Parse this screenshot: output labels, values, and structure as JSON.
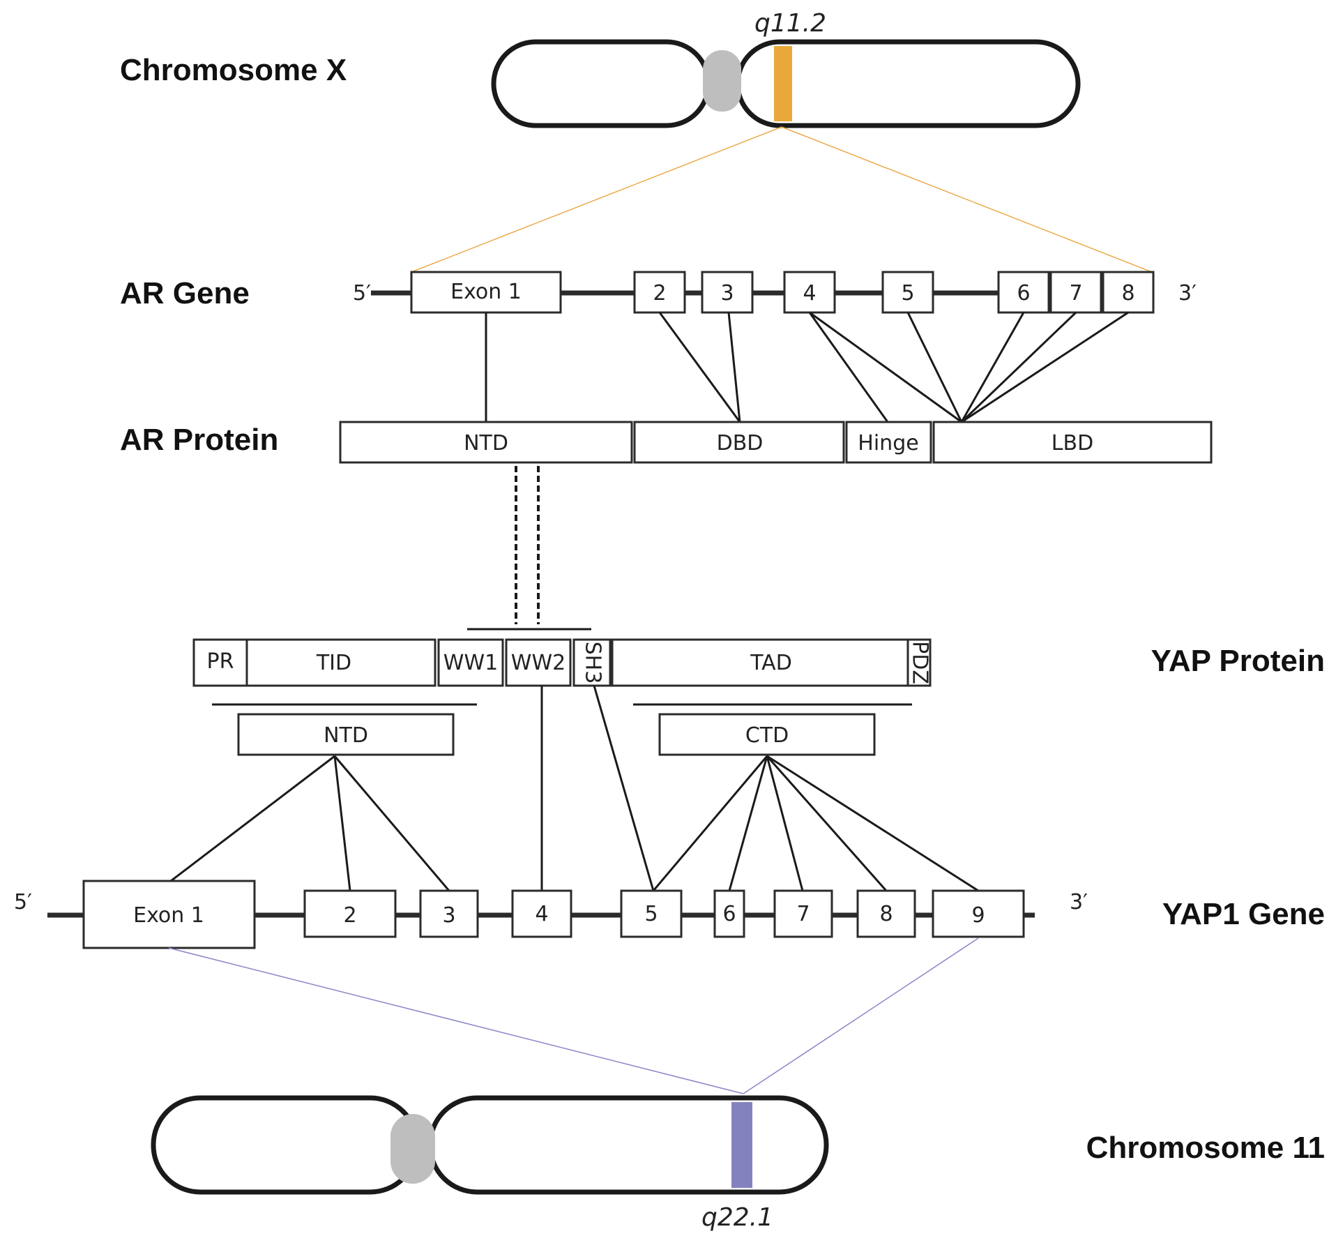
{
  "tracks": {
    "chromosome_x": "Chromosome X",
    "ar_gene": "AR Gene",
    "ar_protein": "AR Protein",
    "yap_protein": "YAP Protein",
    "yap1_gene": "YAP1 Gene",
    "chromosome_11": "Chromosome 11"
  },
  "bands": {
    "chrx": "q11.2",
    "chr11": "q22.1"
  },
  "ends": {
    "five": "5′",
    "three": "3′"
  },
  "ar_gene_exons": [
    "Exon 1",
    "2",
    "3",
    "4",
    "5",
    "6",
    "7",
    "8"
  ],
  "ar_protein_domains": [
    "NTD",
    "DBD",
    "Hinge",
    "LBD"
  ],
  "yap_protein_domains": [
    "PR",
    "TID",
    "WW1",
    "WW2",
    "SH3",
    "TAD",
    "PDZ"
  ],
  "yap_regions": [
    "NTD",
    "CTD"
  ],
  "yap1_gene_exons": [
    "Exon 1",
    "2",
    "3",
    "4",
    "5",
    "6",
    "7",
    "8",
    "9"
  ],
  "colors": {
    "chrx_band": "#E9A93A",
    "chr11_band": "#8482BE",
    "centromere": "#BEBEBE",
    "chrx_link": "#EBAA4A",
    "chr11_link": "#8A86C8"
  }
}
